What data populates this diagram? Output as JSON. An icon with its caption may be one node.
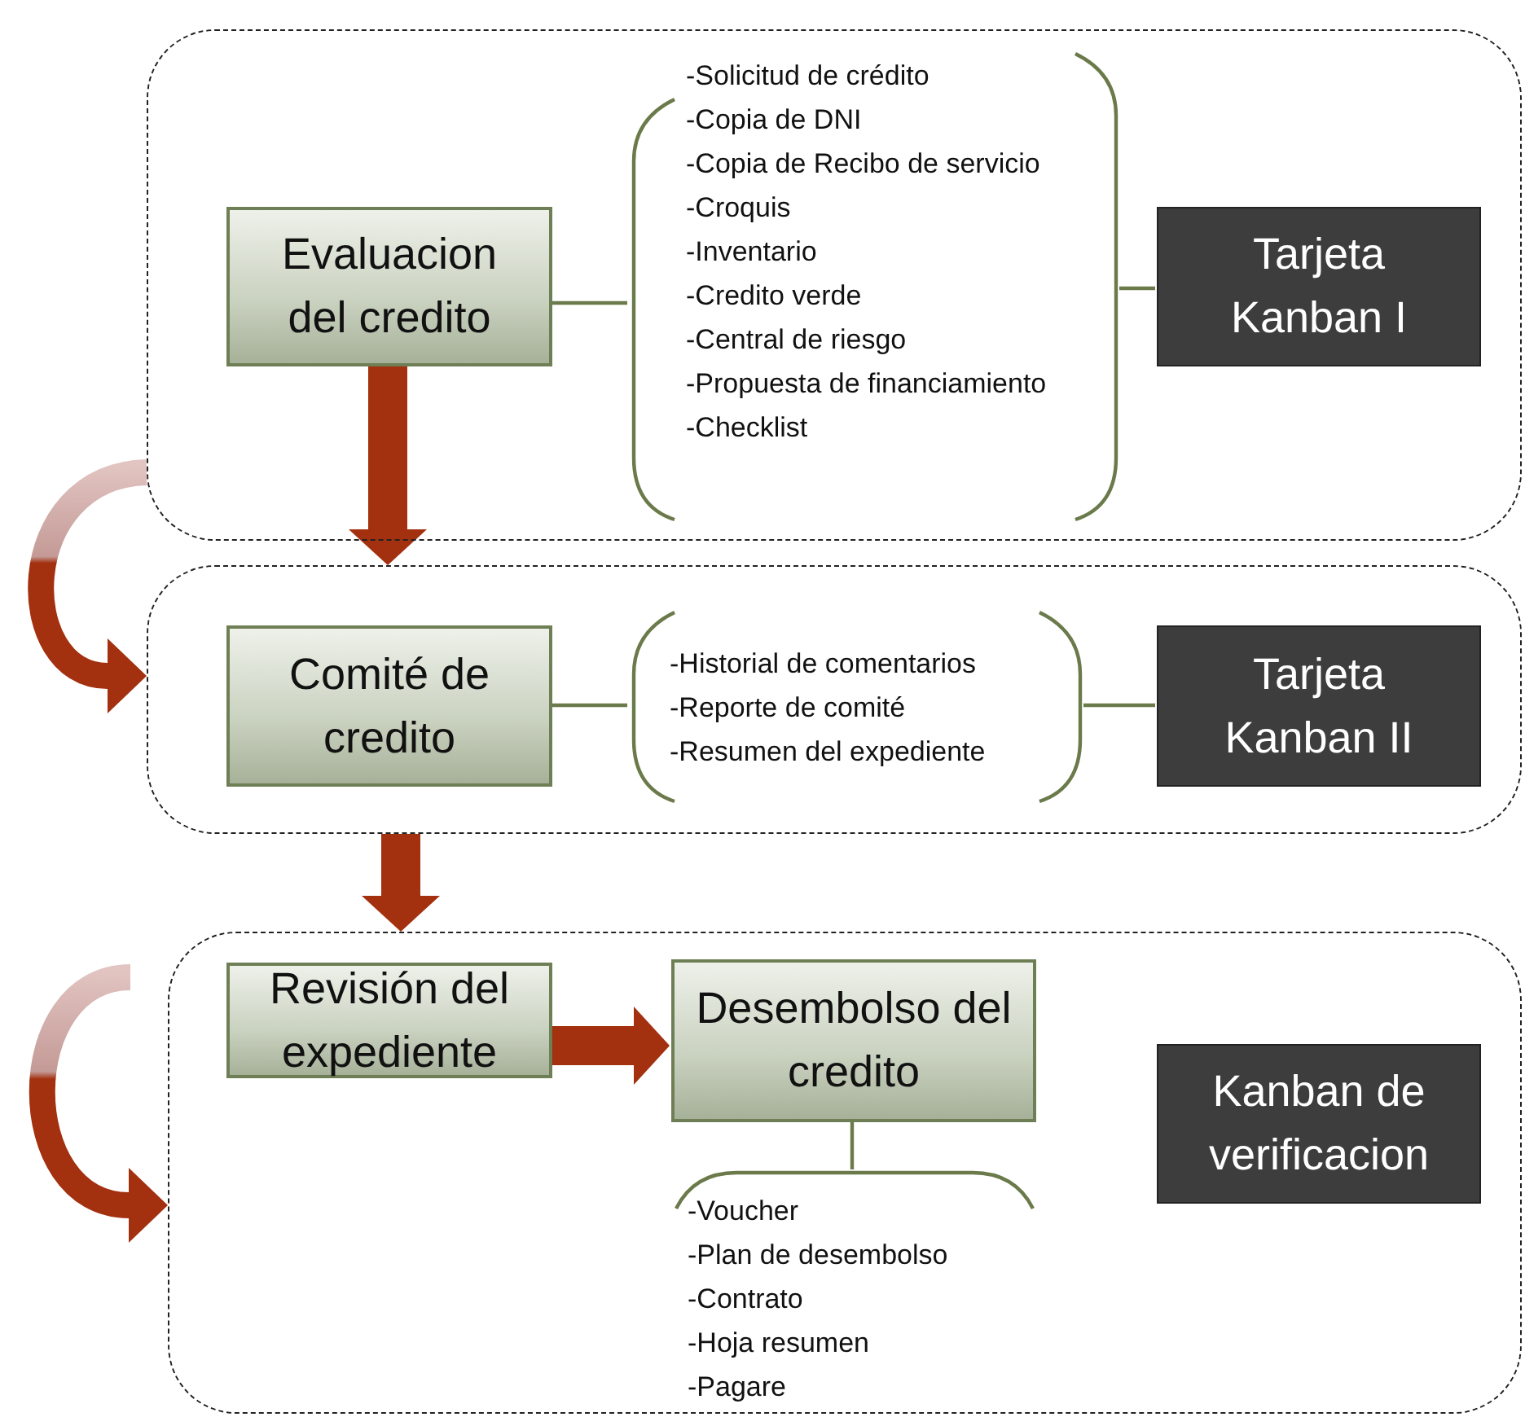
{
  "diagram": {
    "nodes": [
      {
        "text": [],
        "shape": "box"
      },
      {
        "text": [
          "Evaluacion del credito"
        ],
        "in": 0
      },
      {
        "text": [
          "-Solicitud de crédito",
          "-Copia de DNI",
          "-Copia de Recibo de servicio",
          "-Croquis",
          "-Inventario",
          "-Credito verde",
          "-Central de riesgo",
          "-Propuesta de financiamiento",
          "-Checklist"
        ],
        "in": 0
      },
      {
        "text": [
          "Tarjeta Kanban I"
        ],
        "in": 0
      },
      {
        "text": [],
        "shape": "box"
      },
      {
        "text": [
          "Comité de credito"
        ],
        "in": 4
      },
      {
        "text": [
          "-Historial de comentarios",
          "-Reporte de comité",
          "-Resumen del expediente"
        ],
        "in": 4
      },
      {
        "text": [
          "Tarjeta Kanban II"
        ],
        "in": 4
      },
      {
        "text": [],
        "shape": "box"
      },
      {
        "text": [
          "Revisión del expediente"
        ],
        "in": 8
      },
      {
        "text": [
          "Desembolso del credito"
        ],
        "in": 8
      },
      {
        "text": [
          "-Voucher",
          "-Plan de desembolso",
          "-Contrato",
          "-Hoja resumen",
          "-Pagare"
        ],
        "in": 8
      },
      {
        "text": [
          "Kanban de verificacion"
        ],
        "in": 8
      }
    ],
    "edges": [
      {
        "from": 1,
        "to": 2,
        "arrow": "none"
      },
      {
        "from": 2,
        "to": 3,
        "arrow": "none"
      },
      {
        "from": 5,
        "to": 6,
        "arrow": "none"
      },
      {
        "from": 6,
        "to": 7,
        "arrow": "none"
      },
      {
        "from": 10,
        "to": 11,
        "arrow": "none"
      },
      {
        "from": 1,
        "to": 4,
        "arrow": "to",
        "style": "thick",
        "color": "#a3300f"
      },
      {
        "from": 4,
        "to": 8,
        "arrow": "to",
        "style": "thick",
        "color": "#a3300f"
      },
      {
        "from": 9,
        "to": 10,
        "arrow": "to",
        "style": "thick",
        "color": "#a3300f"
      },
      {
        "from": 0,
        "to": 4,
        "arrow": "to",
        "style": "thick",
        "color": "#a3300f"
      },
      {
        "from": null,
        "to": 8,
        "arrow": "to",
        "style": "thick",
        "color": "#a3300f"
      }
    ]
  }
}
